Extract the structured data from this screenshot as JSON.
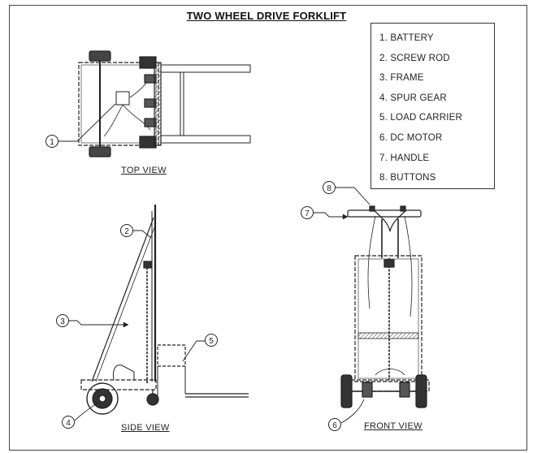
{
  "title": "TWO WHEEL DRIVE FORKLIFT",
  "legend": [
    "1. BATTERY",
    "2. SCREW ROD",
    "3. FRAME",
    "4. SPUR GEAR",
    "5. LOAD CARRIER",
    "6. DC MOTOR",
    "7. HANDLE",
    "8. BUTTONS"
  ],
  "views": {
    "top": "TOP VIEW",
    "side": "SIDE VIEW",
    "front": "FRONT VIEW"
  },
  "callouts": [
    "1",
    "2",
    "3",
    "4",
    "5",
    "6",
    "7",
    "8"
  ]
}
